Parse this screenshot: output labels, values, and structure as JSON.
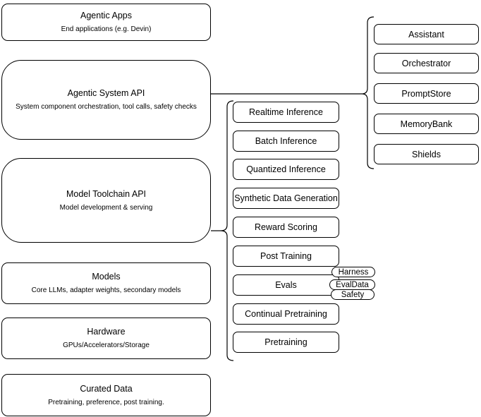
{
  "diagram": {
    "left_stack": [
      {
        "title": "Agentic Apps",
        "subtitle": "End applications (e.g. Devin)"
      },
      {
        "title": "Agentic System API",
        "subtitle": "System component orchestration, tool calls, safety checks"
      },
      {
        "title": "Model Toolchain API",
        "subtitle": "Model development & serving"
      },
      {
        "title": "Models",
        "subtitle": "Core LLMs, adapter weights, secondary models"
      },
      {
        "title": "Hardware",
        "subtitle": "GPUs/Accelerators/Storage"
      },
      {
        "title": "Curated Data",
        "subtitle": "Pretraining, preference, post training."
      }
    ],
    "toolchain_nodes": [
      "Realtime Inference",
      "Batch Inference",
      "Quantized Inference",
      "Synthetic Data Generation",
      "Reward Scoring",
      "Post Training",
      "Evals",
      "Continual Pretraining",
      "Pretraining"
    ],
    "evals_tags": [
      "Harness",
      "EvalData",
      "Safety"
    ],
    "system_nodes": [
      "Assistant",
      "Orchestrator",
      "PromptStore",
      "MemoryBank",
      "Shields"
    ],
    "colors": {
      "stroke": "#000000",
      "fill": "#ffffff",
      "background": "#ffffff"
    }
  }
}
